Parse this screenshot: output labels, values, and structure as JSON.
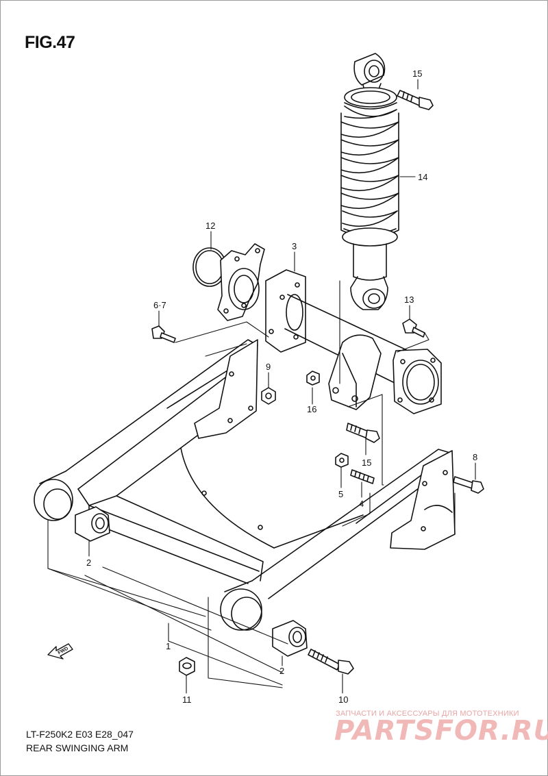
{
  "figure": {
    "title": "FIG.47"
  },
  "callouts": [
    {
      "id": "c15a",
      "text": "15"
    },
    {
      "id": "c14",
      "text": "14"
    },
    {
      "id": "c12",
      "text": "12"
    },
    {
      "id": "c3",
      "text": "3"
    },
    {
      "id": "c67",
      "text": "6·7"
    },
    {
      "id": "c13",
      "text": "13"
    },
    {
      "id": "c9",
      "text": "9"
    },
    {
      "id": "c16",
      "text": "16"
    },
    {
      "id": "c15b",
      "text": "15"
    },
    {
      "id": "c8",
      "text": "8"
    },
    {
      "id": "c5",
      "text": "5"
    },
    {
      "id": "c4",
      "text": "4"
    },
    {
      "id": "c2a",
      "text": "2"
    },
    {
      "id": "c1",
      "text": "1"
    },
    {
      "id": "c2b",
      "text": "2"
    },
    {
      "id": "c11",
      "text": "11"
    },
    {
      "id": "c10",
      "text": "10"
    }
  ],
  "fwd_label": "FWD",
  "footer": {
    "model_code": "LT-F250K2 E03 E28_047",
    "section_name": "REAR SWINGING ARM"
  },
  "watermark": {
    "tagline": "ЗАПЧАСТИ И АКСЕССУАРЫ ДЛЯ МОТОТЕХНИКИ",
    "logo": "PARTSFOR.RU"
  }
}
